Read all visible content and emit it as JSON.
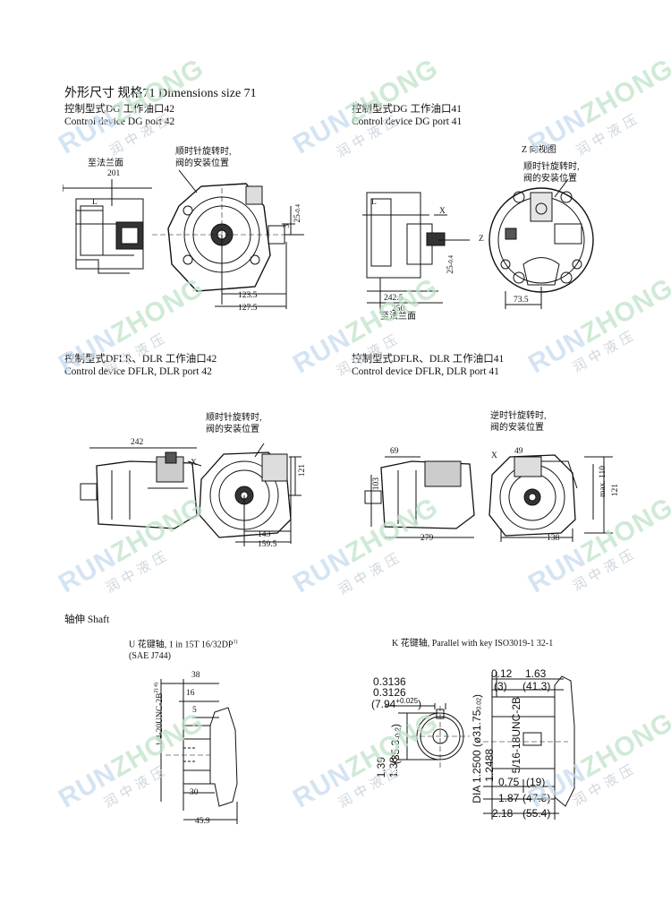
{
  "header": {
    "title": "外形尺寸 规格71  Dimensions size 71"
  },
  "watermark": {
    "brand_a": "RUN",
    "brand_b": "ZHONG",
    "chinese": "润中液压"
  },
  "views": {
    "dg42": {
      "label_cn": "控制型式DG  工作油口42",
      "label_en": "Control device DG port 42",
      "note_flange": "至法兰面",
      "note_cw_1": "顺时针旋转时,",
      "note_cw_2": "阀的安装位置",
      "dim_201": "201",
      "dim_25": "25",
      "dim_25_tol": "-0.4",
      "dim_3": "3",
      "dim_1235": "123.5",
      "dim_1275": "127.5",
      "mark_L": "L"
    },
    "dg41": {
      "label_cn": "控制型式DG  工作油口41",
      "label_en": "Control device DG port 41",
      "note_z": "Z 向视图",
      "note_cw_1": "顺时针旋转时,",
      "note_cw_2": "阀的安装位置",
      "mark_X": "X",
      "mark_Z": "Z",
      "mark_L": "L",
      "dim_3": "3",
      "dim_25": "25",
      "dim_25_tol": "-0.4",
      "dim_2425": "242.5",
      "dim_250": "250",
      "note_flange": "至法兰面",
      "dim_735": "73.5"
    },
    "dflr42": {
      "label_cn": "控制型式DFLR、DLR  工作油口42",
      "label_en": "Control device DFLR, DLR port 42",
      "note_cw_1": "顺时针旋转时,",
      "note_cw_2": "阀的安装位置",
      "dim_242": "242",
      "mark_X": "X",
      "dim_121": "121",
      "dim_143": "143",
      "dim_1595": "159.5"
    },
    "dflr41": {
      "label_cn": "控制型式DFLR、DLR  工作油口41",
      "label_en": "Control device DFLR, DLR port 41",
      "note_ccw_1": "逆时针旋转时,",
      "note_ccw_2": "阀的安装位置",
      "dim_69": "69",
      "dim_49": "49",
      "mark_X": "X",
      "dim_103": "103",
      "dim_max110": "max. 110",
      "dim_121": "121",
      "dim_279": "279",
      "dim_138": "138"
    }
  },
  "shaft": {
    "heading": "轴伸 Shaft",
    "u": {
      "label_1": "U 花键轴, 1 in 15T 16/32DP",
      "label_1_sup": "1)",
      "label_2": "(SAE J744)",
      "dim_38": "38",
      "dim_16": "16",
      "dim_5": "5",
      "thread": "1/4-20UNC-2B",
      "thread_sup": "2) 4)",
      "dim_30": "30",
      "dim_459": "45.9"
    },
    "k": {
      "label": "K 花键轴, Parallel with key ISO3019-1 32-1",
      "d_03136": "0.3136",
      "d_03126": "0.3126",
      "d_794": "(7.94",
      "d_794_tol": "+0.025",
      "d_794_close": ")",
      "d_353": "(35.3",
      "d_353_tol": "-0.2",
      "d_353_close": ")",
      "d_139": "1.39",
      "d_138": "1.38",
      "d_012": "0.12",
      "d_3": "(3)",
      "d_163": "1.63",
      "d_413": "(41.3)",
      "dia_text": "DIA 1.2500 (ø31.75",
      "dia_tol": "0.02",
      "dia_close": ")",
      "dia_12488": "1.2488",
      "thread": "5/16-18UNC-2B",
      "d_075": "0.75",
      "d_19": "(19)",
      "d_187": "1.87",
      "d_475": "(47.5)",
      "d_218": "2.18",
      "d_554": "(55.4)"
    }
  },
  "colors": {
    "ink": "#111111",
    "watermark_blue": "#c7dcef",
    "watermark_green": "#bfe3c9"
  }
}
